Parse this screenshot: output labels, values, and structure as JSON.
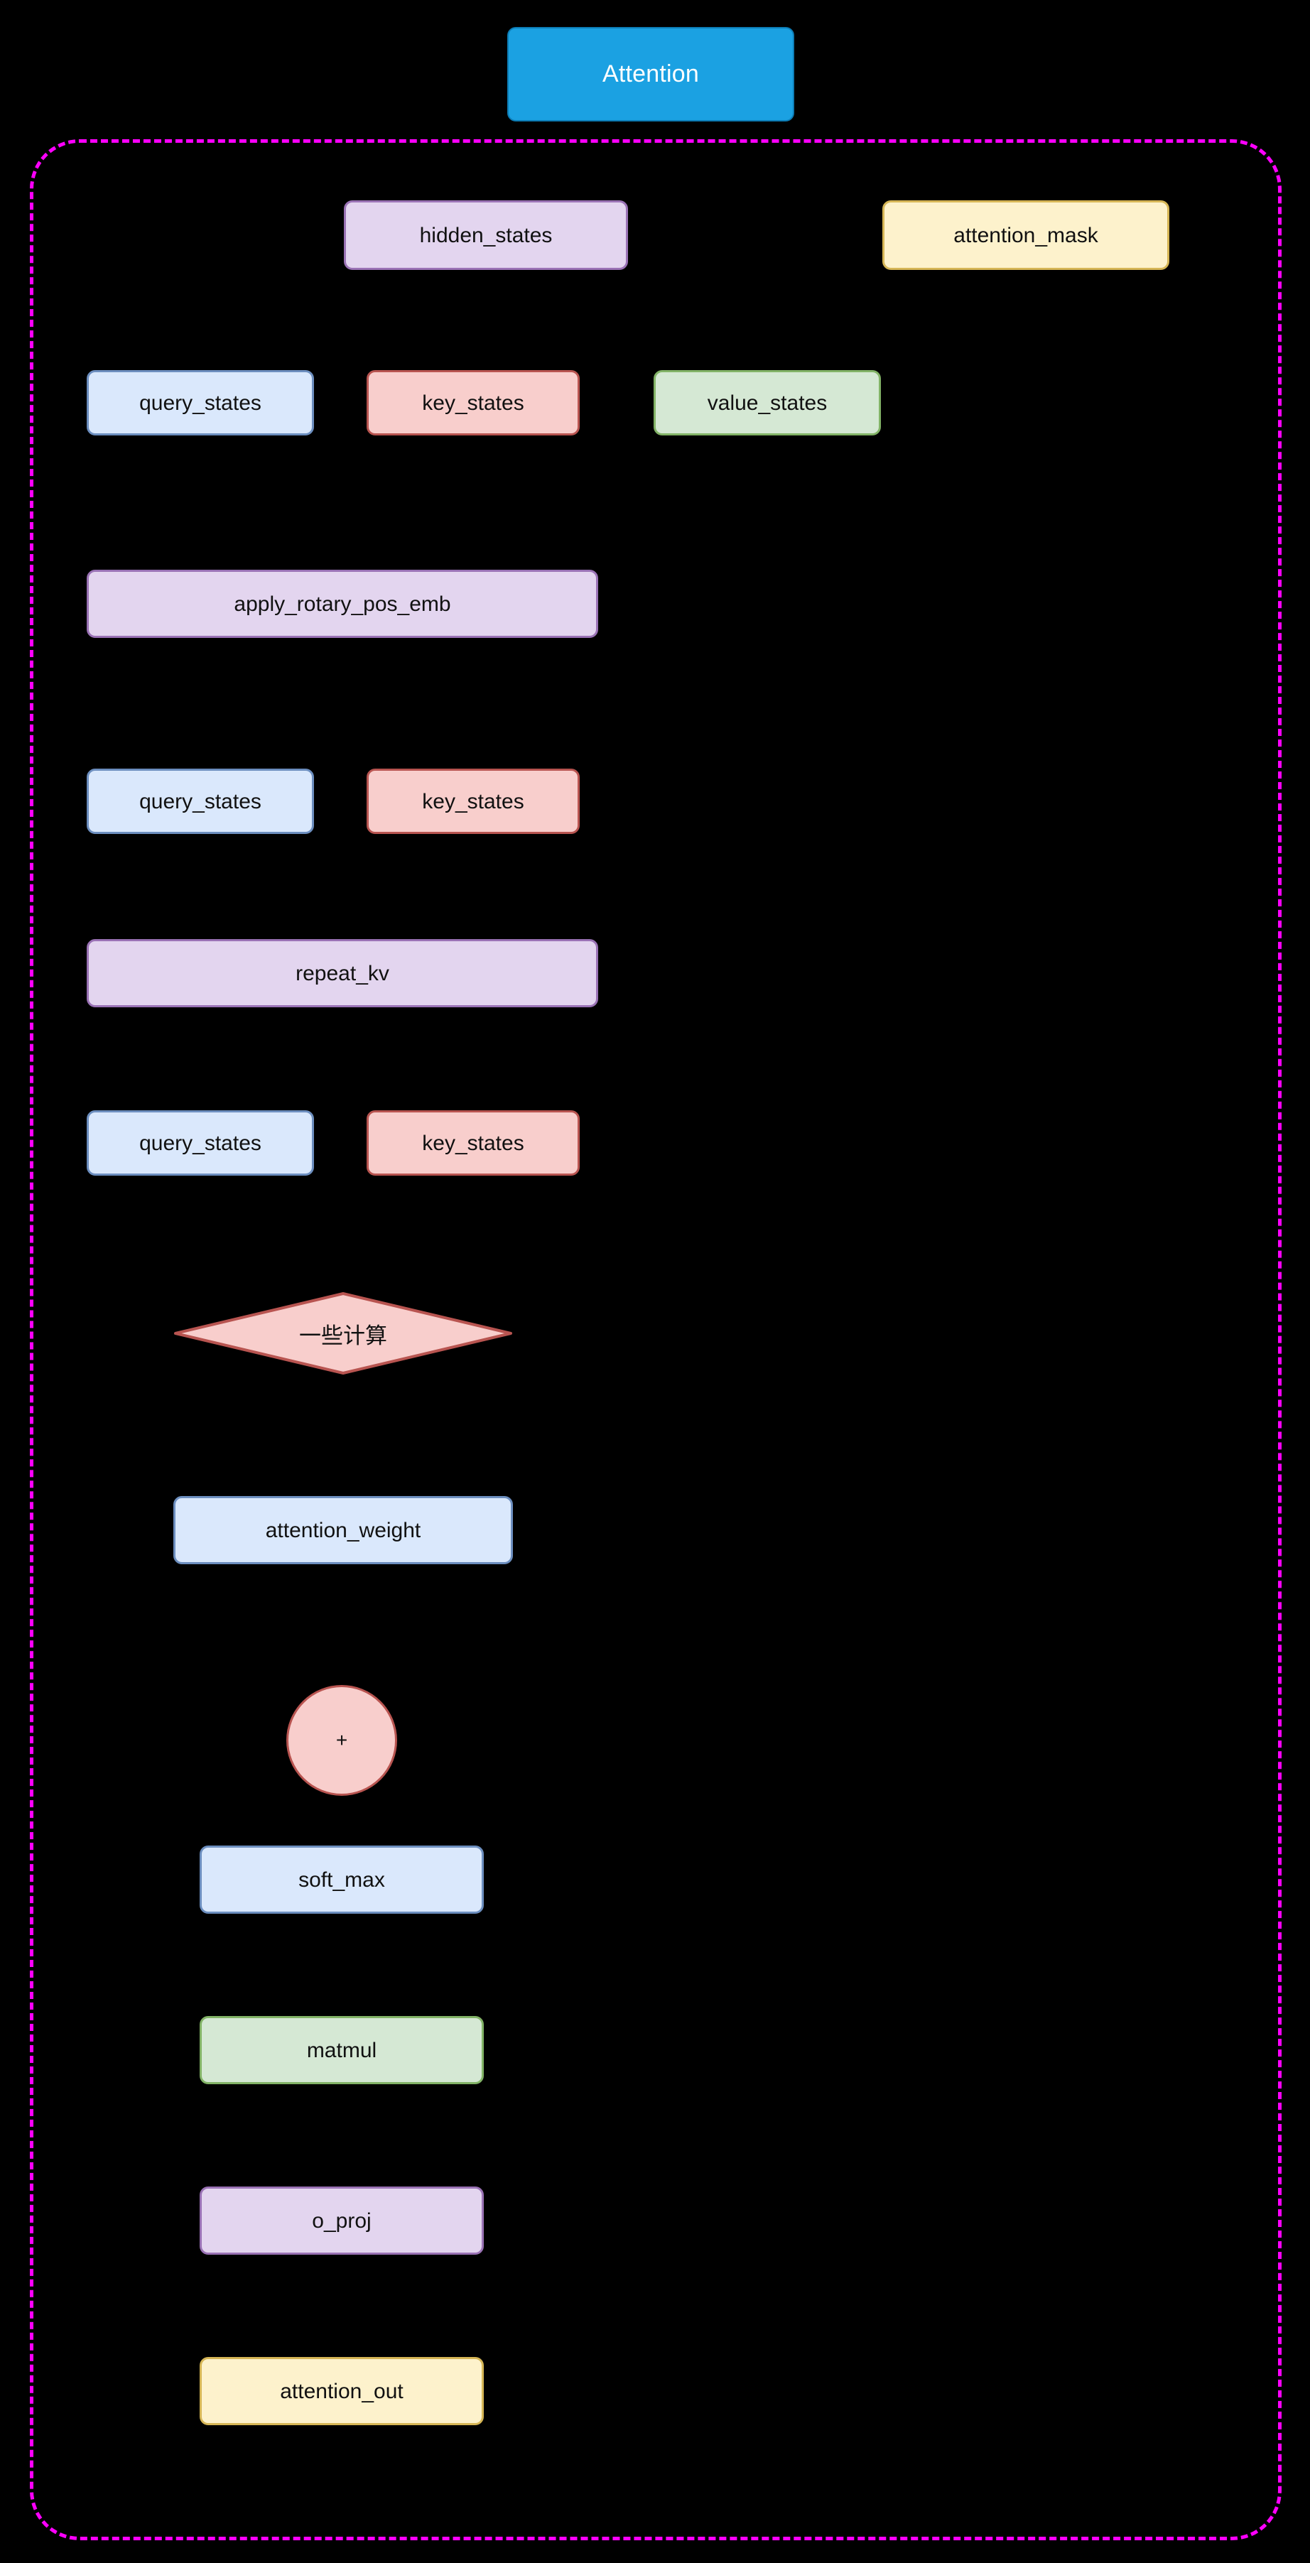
{
  "diagram": {
    "title": "Attention",
    "background_color": "#000000",
    "container_border_color": "#ff00ff",
    "container_border_style": "dashed",
    "palette": {
      "title_fill": "#1ba1e2",
      "title_text": "#ffffff",
      "purple_fill": "#e3d5ef",
      "purple_stroke": "#9a72b5",
      "yellow_fill": "#fdf2cc",
      "yellow_stroke": "#d6b656",
      "blue_fill": "#dae8fc",
      "blue_stroke": "#6c8ebf",
      "red_fill": "#f8cecc",
      "red_stroke": "#b85450",
      "green_fill": "#d5e8d4",
      "green_stroke": "#82b366"
    }
  },
  "nodes": {
    "hidden_states": "hidden_states",
    "attention_mask": "attention_mask",
    "query_states_1": "query_states",
    "key_states_1": "key_states",
    "value_states": "value_states",
    "apply_rotary_pos_emb": "apply_rotary_pos_emb",
    "query_states_2": "query_states",
    "key_states_2": "key_states",
    "repeat_kv": "repeat_kv",
    "query_states_3": "query_states",
    "key_states_3": "key_states",
    "some_computation": "一些计算",
    "attention_weight": "attention_weight",
    "add_operator": "+",
    "soft_max": "soft_max",
    "matmul": "matmul",
    "o_proj": "o_proj",
    "attention_out": "attention_out"
  }
}
